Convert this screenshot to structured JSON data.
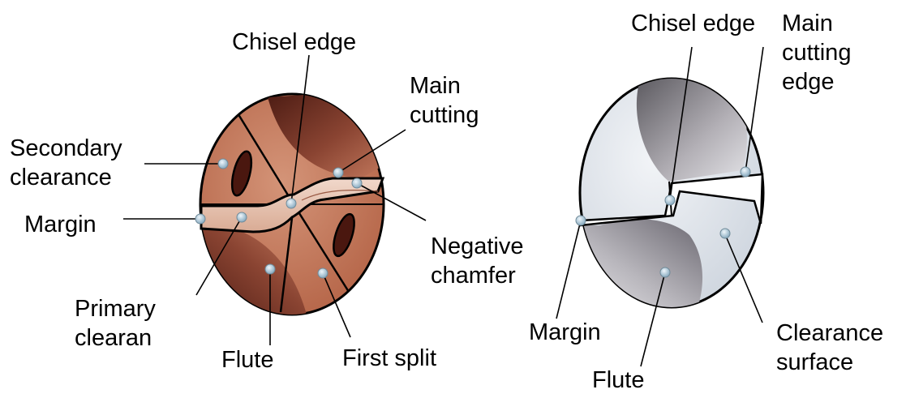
{
  "colors": {
    "copper_base": "#c0745a",
    "copper_light": "#d8a48c",
    "copper_dark": "#6a2a1c",
    "steel_light": "#e6eaf0",
    "steel_dark": "#7c7a80",
    "outline": "#000000",
    "marker": "#b9cfdb"
  },
  "left_drill": {
    "chisel_edge": "Chisel edge",
    "main_cutting": "Main cutting",
    "secondary_clearance": "Secondary clearance",
    "margin": "Margin",
    "negative_chamfer": "Negative chamfer",
    "primary_clearance": "Primary clearan",
    "flute": "Flute",
    "first_split": "First split"
  },
  "right_drill": {
    "chisel_edge": "Chisel edge",
    "main_cutting_edge": "Main cutting edge",
    "margin": "Margin",
    "flute": "Flute",
    "clearance_surface": "Clearance surface"
  }
}
